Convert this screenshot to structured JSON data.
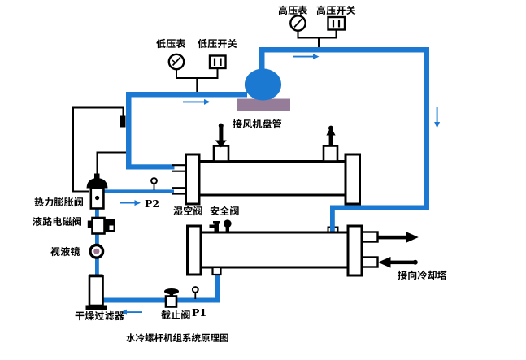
{
  "diagram": {
    "type": "hvac-schematic",
    "title": "水冷螺杆机组系统原理图",
    "labels": {
      "low_pressure_gauge": "低压表",
      "low_pressure_switch": "低压开关",
      "high_pressure_gauge": "高压表",
      "high_pressure_switch": "高压开关",
      "fan_coil_connection": "接风机盘管",
      "thermal_expansion_valve": "热力膨胀阀",
      "pressure_port_p2": "P2",
      "liquid_solenoid_valve": "液路电磁阀",
      "sight_glass": "视液镜",
      "purge_valve": "湿空阀",
      "safety_valve": "安全阀",
      "drier_filter": "干燥过滤器",
      "stop_valve": "截止阀",
      "pressure_port_p1": "P1",
      "cooling_tower_connection": "接向冷却塔"
    },
    "colors": {
      "pipe_blue": "#1c79d2",
      "compressor_blue": "#1c79d2",
      "compressor_base_mauve": "#957c98",
      "sight_glass_dot_mauve": "#9a7292",
      "line_black": "#000000",
      "background": "#ffffff"
    }
  }
}
